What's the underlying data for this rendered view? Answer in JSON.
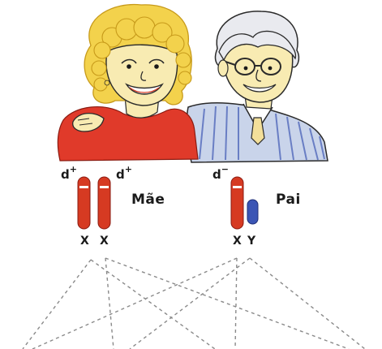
{
  "mother": {
    "label": "Mãe",
    "chromosomes": [
      "X",
      "X"
    ],
    "allele_base": "d",
    "allele_sign": "+",
    "alleles": [
      "d+",
      "d+"
    ]
  },
  "father": {
    "label": "Pai",
    "chromosomes": [
      "X",
      "Y"
    ],
    "allele_base": "d",
    "allele_sign": "−",
    "alleles": [
      "d−"
    ]
  },
  "colors": {
    "x_chromosome": "#d63a22",
    "y_chromosome": "#3b55b5",
    "mother_shirt": "#e03a2a",
    "father_shirt": "#c9d4ea",
    "hair_mother": "#f3d24c",
    "hair_father": "#e9eaef",
    "skin": "#f8ebb2",
    "dashed_lines": "#8a8a8a"
  }
}
